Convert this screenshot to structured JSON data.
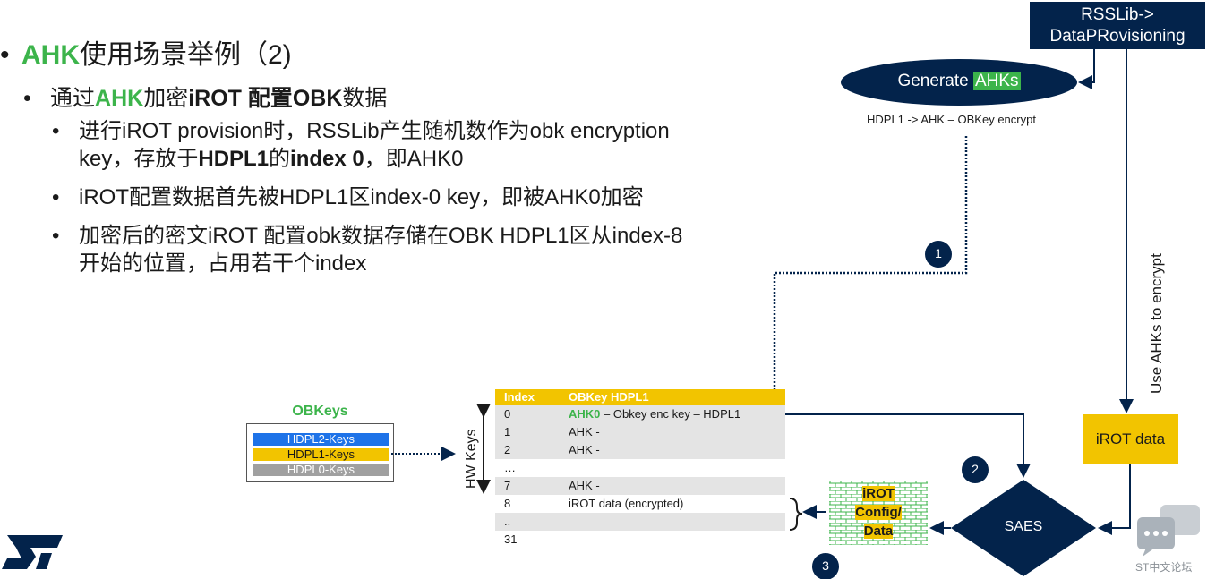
{
  "title": {
    "bullet": "•",
    "highlight": "AHK",
    "rest": "使用场景举例（2)"
  },
  "bullet2": {
    "bullet": "•",
    "pre": "通过",
    "ahk": "AHK",
    "mid": "加密",
    "bold": "iROT 配置OBK",
    "post": "数据"
  },
  "bullets3": {
    "b1_a": "进行iROT provision时，RSSLib产生随机数作为obk encryption",
    "b1_b_pre": "key，存放于",
    "b1_b_bold1": "HDPL1",
    "b1_b_mid": "的",
    "b1_b_bold2": "index 0",
    "b1_b_post": "，即AHK0",
    "b2": "iROT配置数据首先被HDPL1区index-0 key，即被AHK0加密",
    "b3_a": "加密后的密文iROT 配置obk数据存储在OBK HDPL1区从index-8",
    "b3_b": "开始的位置，占用若干个index"
  },
  "rsslib_box": {
    "line1": "RSSLib->",
    "line2": "DataPRovisioning"
  },
  "generate": {
    "pre": "Generate ",
    "highlight": "AHKs"
  },
  "hdpl_caption": "HDPL1 -> AHK – OBKey encrypt",
  "use_ahks": "Use AHKs to encrypt",
  "irot_data": "iROT data",
  "saes": "SAES",
  "irot_config": {
    "l1": "iROT",
    "l2": "Config/",
    "l3": "Data"
  },
  "steps": {
    "s1": "1",
    "s2": "2",
    "s3": "3"
  },
  "hw_keys": "HW Keys",
  "obkeys": {
    "title": "OBKeys",
    "hdpl2": "HDPL2-Keys",
    "hdpl1": "HDPL1-Keys",
    "hdpl0": "HDPL0-Keys"
  },
  "table": {
    "headers": [
      "Index",
      "OBKey HDPL1"
    ],
    "rows": [
      {
        "idx": "0",
        "ahk0": "AHK0",
        "text": " – Obkey enc key – HDPL1"
      },
      {
        "idx": "1",
        "text": "AHK -"
      },
      {
        "idx": "2",
        "text": "AHK -"
      },
      {
        "idx": "…",
        "text": ""
      },
      {
        "idx": "7",
        "text": "AHK -"
      },
      {
        "idx": "8",
        "text": "iROT data (encrypted)"
      },
      {
        "idx": "..",
        "text": ""
      },
      {
        "idx": "31",
        "text": ""
      }
    ]
  },
  "forum": "ST中文论坛",
  "colors": {
    "green": "#3cb44b",
    "navy": "#03234b",
    "yellow": "#f2c400",
    "blue": "#1e73e8",
    "gray": "#a0a0a0"
  }
}
